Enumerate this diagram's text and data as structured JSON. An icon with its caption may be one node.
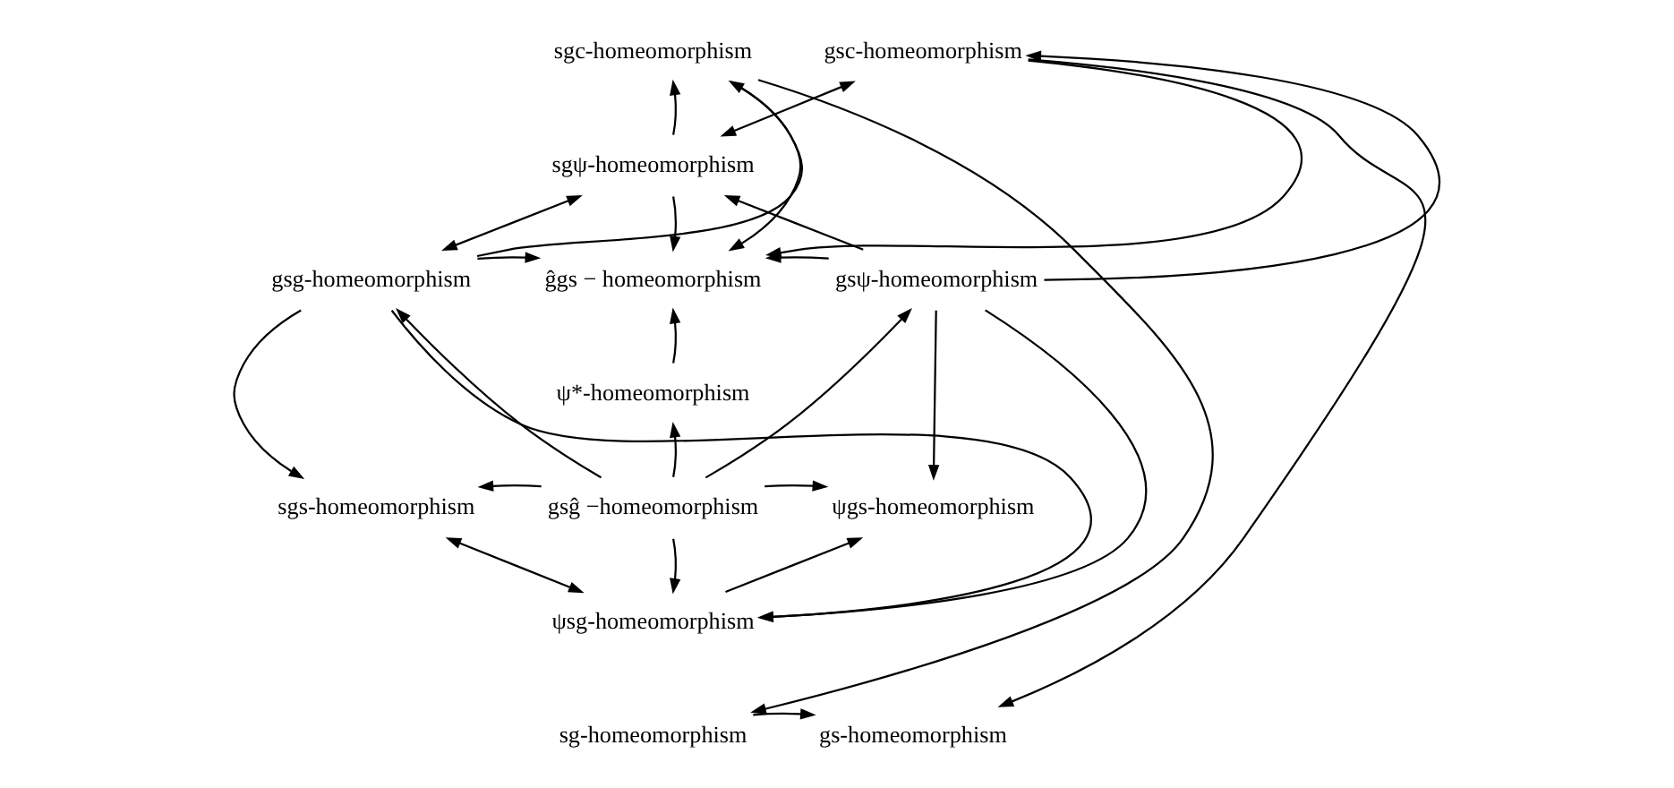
{
  "diagram": {
    "nodes": [
      {
        "text": [
          "sgc-homeomorphism"
        ]
      },
      {
        "text": [
          "gsc-homeomorphism"
        ]
      },
      {
        "text": [
          "sgψ-homeomorphism"
        ]
      },
      {
        "text": [
          "gsg-homeomorphism"
        ]
      },
      {
        "text": [
          "ĝgs − homeomorphism"
        ]
      },
      {
        "text": [
          "gsψ-homeomorphism"
        ]
      },
      {
        "text": [
          "ψ*-homeomorphism"
        ]
      },
      {
        "text": [
          "sgs-homeomorphism"
        ]
      },
      {
        "text": [
          "gsĝ −homeomorphism"
        ]
      },
      {
        "text": [
          "ψgs-homeomorphism"
        ]
      },
      {
        "text": [
          "ψsg-homeomorphism"
        ]
      },
      {
        "text": [
          "sg-homeomorphism"
        ]
      },
      {
        "text": [
          "gs-homeomorphism"
        ]
      }
    ],
    "edges": [
      {
        "from": 0,
        "to": 11,
        "arrow": "to"
      },
      {
        "from": 1,
        "to": 12,
        "arrow": "to"
      },
      {
        "from": 2,
        "to": 0,
        "arrow": "to"
      },
      {
        "from": 0,
        "to": 4,
        "arrow": "to"
      },
      {
        "from": 3,
        "to": 0,
        "arrow": "to"
      },
      {
        "from": 2,
        "to": 3,
        "arrow": "both"
      },
      {
        "from": 3,
        "to": 4,
        "arrow": "to"
      },
      {
        "from": 2,
        "to": 4,
        "arrow": "to"
      },
      {
        "from": 2,
        "to": 1,
        "arrow": "both"
      },
      {
        "from": 1,
        "to": 4,
        "arrow": "to"
      },
      {
        "from": 5,
        "to": 2,
        "arrow": "to"
      },
      {
        "from": 5,
        "to": 1,
        "arrow": "to"
      },
      {
        "from": 5,
        "to": 4,
        "arrow": "to"
      },
      {
        "from": 6,
        "to": 4,
        "arrow": "to"
      },
      {
        "from": 8,
        "to": 6,
        "arrow": "to"
      },
      {
        "from": 8,
        "to": 3,
        "arrow": "to"
      },
      {
        "from": 3,
        "to": 10,
        "arrow": "to"
      },
      {
        "from": 8,
        "to": 7,
        "arrow": "to"
      },
      {
        "from": 8,
        "to": 10,
        "arrow": "to"
      },
      {
        "from": 3,
        "to": 7,
        "arrow": "to"
      },
      {
        "from": 7,
        "to": 10,
        "arrow": "both"
      },
      {
        "from": 8,
        "to": 5,
        "arrow": "to"
      },
      {
        "from": 5,
        "to": 10,
        "arrow": "to"
      },
      {
        "from": 8,
        "to": 9,
        "arrow": "to"
      },
      {
        "from": 5,
        "to": 9,
        "arrow": "to"
      },
      {
        "from": 10,
        "to": 9,
        "arrow": "to"
      },
      {
        "from": 11,
        "to": 12,
        "arrow": "to"
      }
    ]
  }
}
